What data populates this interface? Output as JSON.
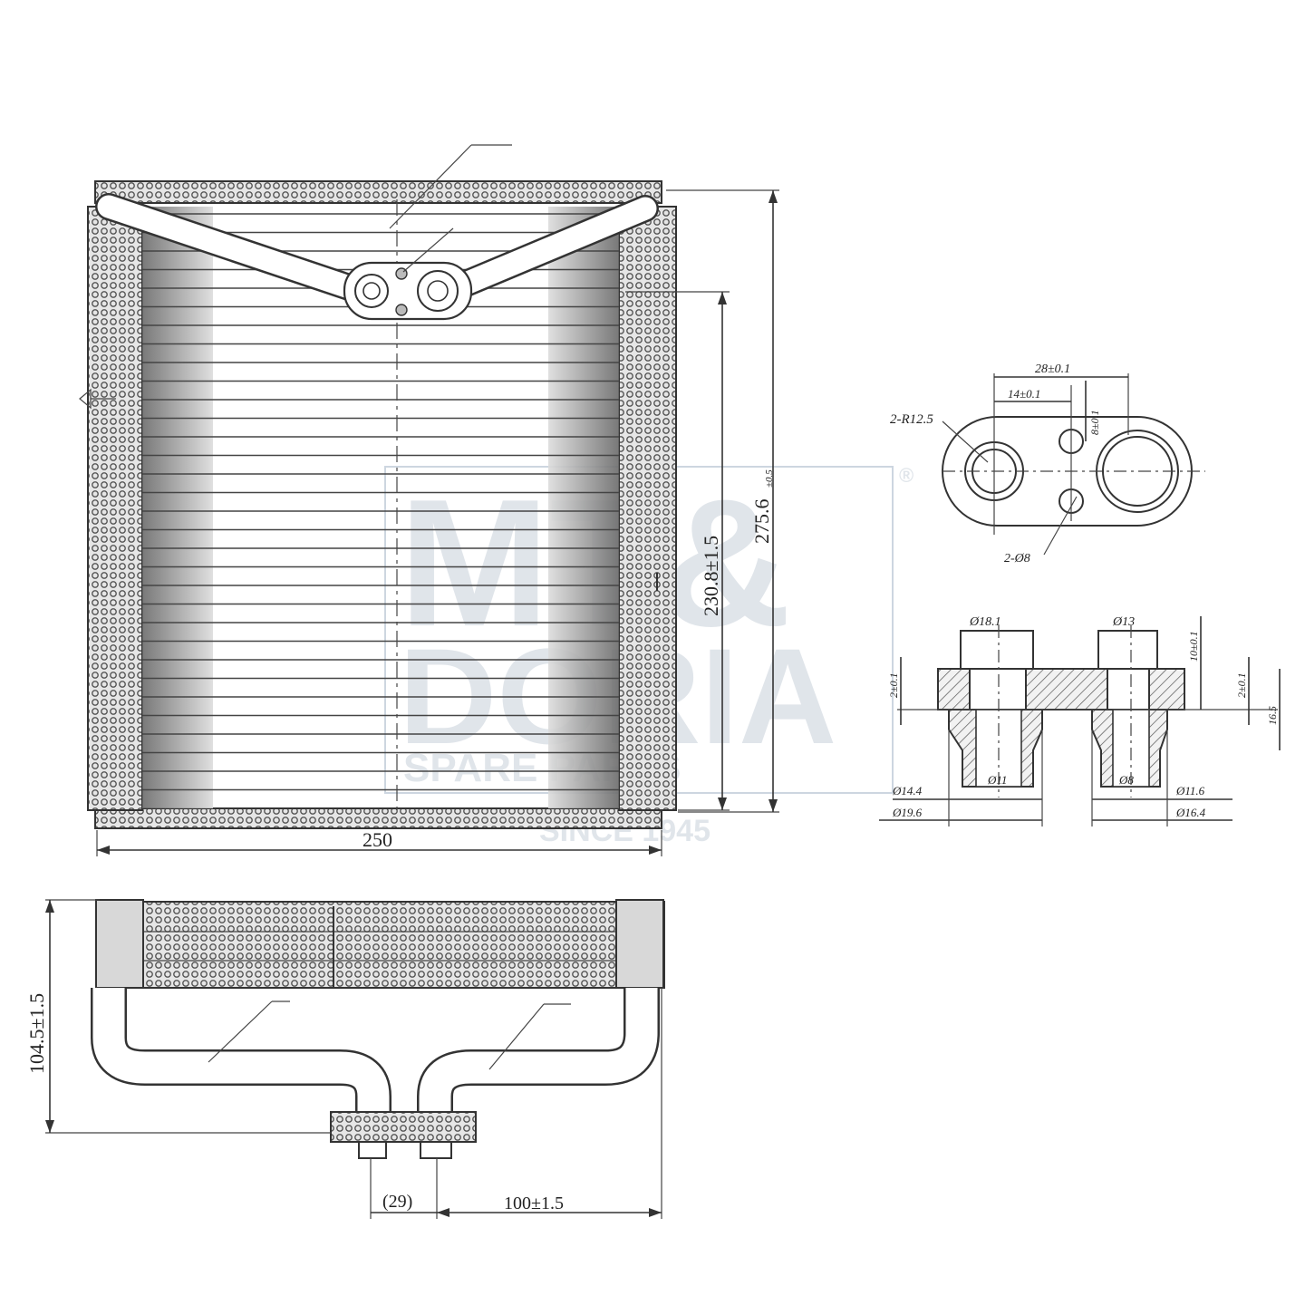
{
  "front_view": {
    "width_dim": "250",
    "height_outer_dim": "275.6",
    "height_outer_tol": "±0.5",
    "height_core_dim": "230.8±1.5"
  },
  "flange_detail": {
    "pitch_outer": "28±0.1",
    "pitch_inner": "14±0.1",
    "vert_offset": "8±0.1",
    "radius_label": "2-R12.5",
    "hole_label": "2-Ø8"
  },
  "fitting_section": {
    "left_top_dia": "Ø18.1",
    "right_top_dia": "Ø13",
    "left_bore": "Ø11",
    "right_bore": "Ø8",
    "left_d1": "Ø14.4",
    "left_d2": "Ø19.6",
    "right_d1": "Ø11.6",
    "right_d2": "Ø16.4",
    "left_step": "2±0.1",
    "right_step": "2±0.1",
    "thickness": "10±0.1",
    "height": "16.5"
  },
  "side_view": {
    "depth_dim": "104.5±1.5",
    "pipe_gap": "(29)",
    "pipe_offset": "100±1.5"
  },
  "watermark": {
    "brand_line1": "MT&",
    "brand_line2": "DORIA",
    "tagline": "SPARE PARTS",
    "since": "SINCE 1945",
    "registered": "®"
  }
}
